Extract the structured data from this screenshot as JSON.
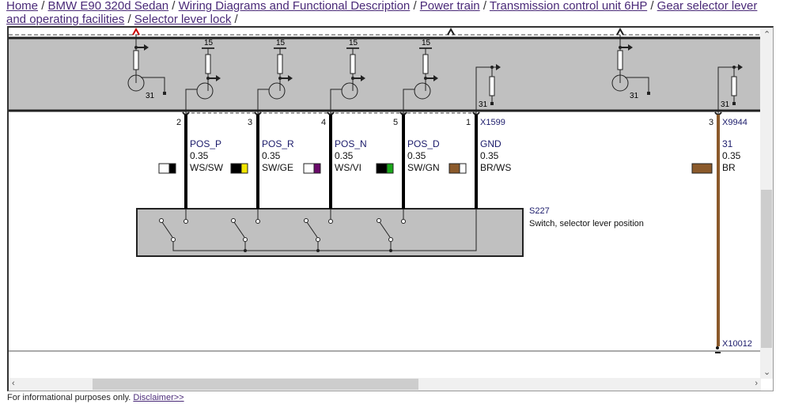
{
  "breadcrumb": [
    {
      "label": "Home"
    },
    {
      "label": "BMW E90 320d Sedan"
    },
    {
      "label": "Wiring Diagrams and Functional Description"
    },
    {
      "label": "Power train"
    },
    {
      "label": "Transmission control unit 6HP"
    },
    {
      "label": "Gear selector lever and operating facilities"
    },
    {
      "label": "Selector lever lock"
    }
  ],
  "separator": "/",
  "diagram": {
    "supply_label": "15",
    "ground_label": "31",
    "connector_x1599": "X1599",
    "connector_x9944": "X9944",
    "connector_x10012": "X10012",
    "wires": [
      {
        "pin": "2",
        "signal": "POS_P",
        "size": "0.35",
        "color": "WS/SW",
        "swatch": [
          "#ffffff",
          "#000000"
        ]
      },
      {
        "pin": "3",
        "signal": "POS_R",
        "size": "0.35",
        "color": "SW/GE",
        "swatch": [
          "#000000",
          "#f2e600"
        ]
      },
      {
        "pin": "4",
        "signal": "POS_N",
        "size": "0.35",
        "color": "WS/VI",
        "swatch": [
          "#ffffff",
          "#6a0a6a"
        ]
      },
      {
        "pin": "5",
        "signal": "POS_D",
        "size": "0.35",
        "color": "SW/GN",
        "swatch": [
          "#000000",
          "#1aa81a"
        ]
      },
      {
        "pin": "1",
        "signal": "GND",
        "size": "0.35",
        "color": "BR/WS",
        "swatch": [
          "#8b5a2b",
          "#ffffff"
        ]
      },
      {
        "pin": "3",
        "signal": "31",
        "size": "0.35",
        "color": "BR",
        "swatch": [
          "#8b5a2b",
          "#8b5a2b"
        ]
      }
    ],
    "component_id": "S227",
    "component_name": "Switch, selector lever position"
  },
  "footer": {
    "text": "For informational purposes only.",
    "link": "Disclaimer>>"
  }
}
